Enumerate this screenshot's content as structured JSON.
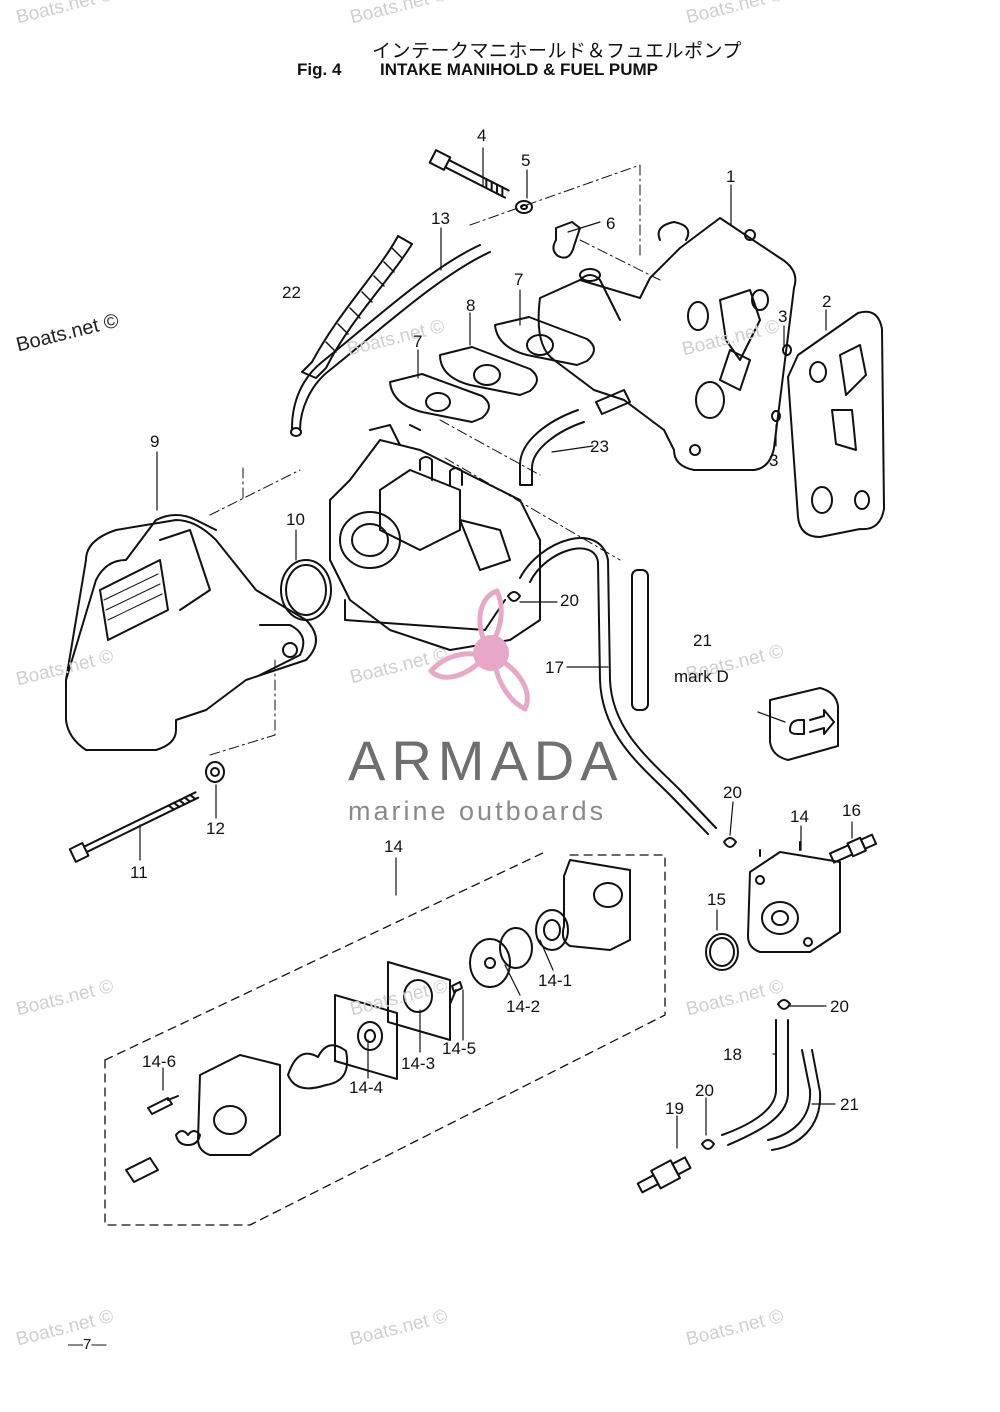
{
  "title": {
    "japanese": "インテークマニホールド＆フュエルポンプ",
    "fig_label": "Fig. 4",
    "english": "INTAKE MANIHOLD & FUEL PUMP"
  },
  "callouts": [
    {
      "id": "c1",
      "text": "1"
    },
    {
      "id": "c2",
      "text": "2"
    },
    {
      "id": "c3a",
      "text": "3"
    },
    {
      "id": "c3b",
      "text": "3"
    },
    {
      "id": "c4",
      "text": "4"
    },
    {
      "id": "c5",
      "text": "5"
    },
    {
      "id": "c6",
      "text": "6"
    },
    {
      "id": "c7a",
      "text": "7"
    },
    {
      "id": "c7b",
      "text": "7"
    },
    {
      "id": "c8",
      "text": "8"
    },
    {
      "id": "c9",
      "text": "9"
    },
    {
      "id": "c10",
      "text": "10"
    },
    {
      "id": "c11",
      "text": "11"
    },
    {
      "id": "c12",
      "text": "12"
    },
    {
      "id": "c13",
      "text": "13"
    },
    {
      "id": "c14a",
      "text": "14"
    },
    {
      "id": "c14b",
      "text": "14"
    },
    {
      "id": "c14_1",
      "text": "14-1"
    },
    {
      "id": "c14_2",
      "text": "14-2"
    },
    {
      "id": "c14_3",
      "text": "14-3"
    },
    {
      "id": "c14_4",
      "text": "14-4"
    },
    {
      "id": "c14_5",
      "text": "14-5"
    },
    {
      "id": "c14_6",
      "text": "14-6"
    },
    {
      "id": "c15",
      "text": "15"
    },
    {
      "id": "c16",
      "text": "16"
    },
    {
      "id": "c17",
      "text": "17"
    },
    {
      "id": "c18",
      "text": "18"
    },
    {
      "id": "c19",
      "text": "19"
    },
    {
      "id": "c20a",
      "text": "20"
    },
    {
      "id": "c20b",
      "text": "20"
    },
    {
      "id": "c20c",
      "text": "20"
    },
    {
      "id": "c20d",
      "text": "20"
    },
    {
      "id": "c21a",
      "text": "21"
    },
    {
      "id": "c21b",
      "text": "21"
    },
    {
      "id": "c22",
      "text": "22"
    },
    {
      "id": "c23",
      "text": "23"
    }
  ],
  "mark_label": "mark D",
  "watermark_text": "Boats.net ©",
  "brand": {
    "name": "ARMADA",
    "tagline": "marine outboards",
    "logo_color": "#e6a8c6",
    "text_color": "#6f6f6f"
  },
  "page_number": "—7—",
  "icons": [
    "propeller-logo-icon"
  ]
}
